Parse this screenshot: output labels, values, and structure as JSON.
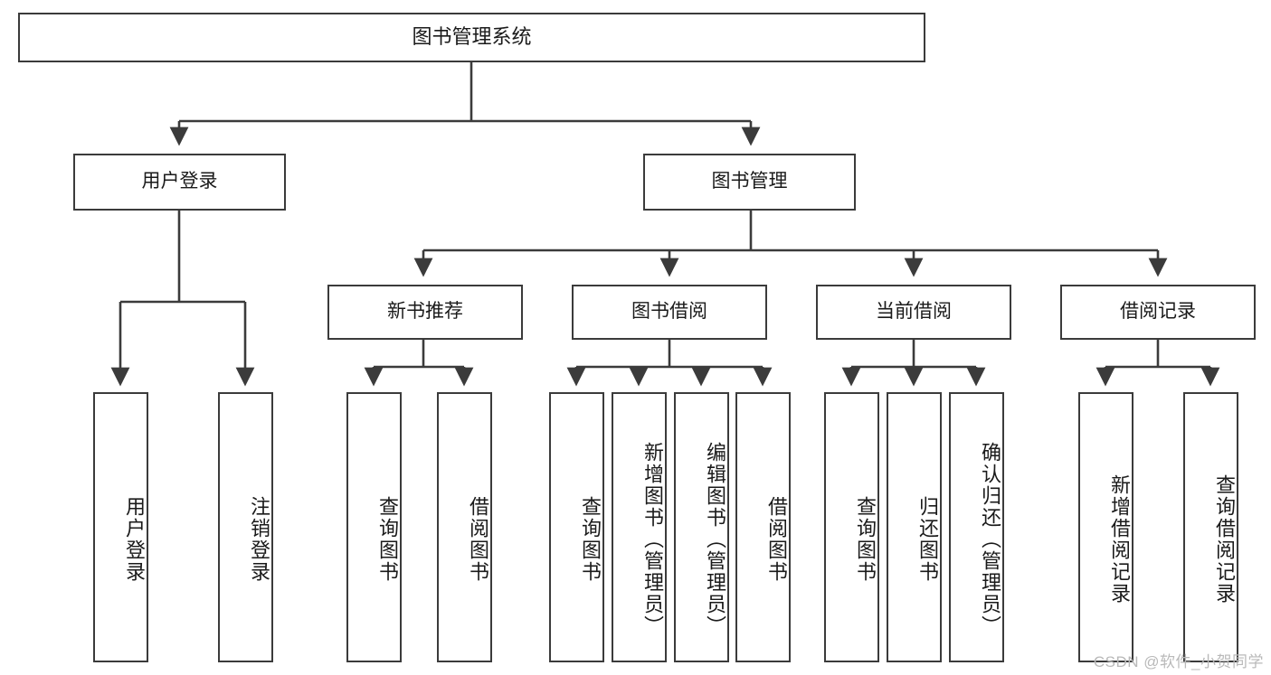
{
  "diagram": {
    "type": "tree-hierarchy",
    "title": "图书管理系统",
    "watermark": "CSDN @软件_小贺同学",
    "colors": {
      "node_border": "#3b3b3b",
      "node_fill": "#ffffff",
      "edge": "#3b3b3b",
      "text": "#1a1a1a",
      "watermark": "#b9b9b9",
      "background": "#ffffff"
    },
    "root": {
      "label": "图书管理系统"
    },
    "level2": [
      {
        "label": "用户登录"
      },
      {
        "label": "图书管理"
      }
    ],
    "level3": [
      {
        "label": "新书推荐"
      },
      {
        "label": "图书借阅"
      },
      {
        "label": "当前借阅"
      },
      {
        "label": "借阅记录"
      }
    ],
    "leaves": {
      "user_login": [
        {
          "label": "用户登录"
        },
        {
          "label": "注销登录"
        }
      ],
      "new_book_recommend": [
        {
          "label": "查询图书"
        },
        {
          "label": "借阅图书"
        }
      ],
      "book_borrow": [
        {
          "label": "查询图书"
        },
        {
          "label": "新增图书（管理员）"
        },
        {
          "label": "编辑图书（管理员）"
        },
        {
          "label": "借阅图书"
        }
      ],
      "current_borrow": [
        {
          "label": "查询图书"
        },
        {
          "label": "归还图书"
        },
        {
          "label": "确认归还（管理员）"
        }
      ],
      "borrow_record": [
        {
          "label": "新增借阅记录"
        },
        {
          "label": "查询借阅记录"
        }
      ]
    }
  }
}
